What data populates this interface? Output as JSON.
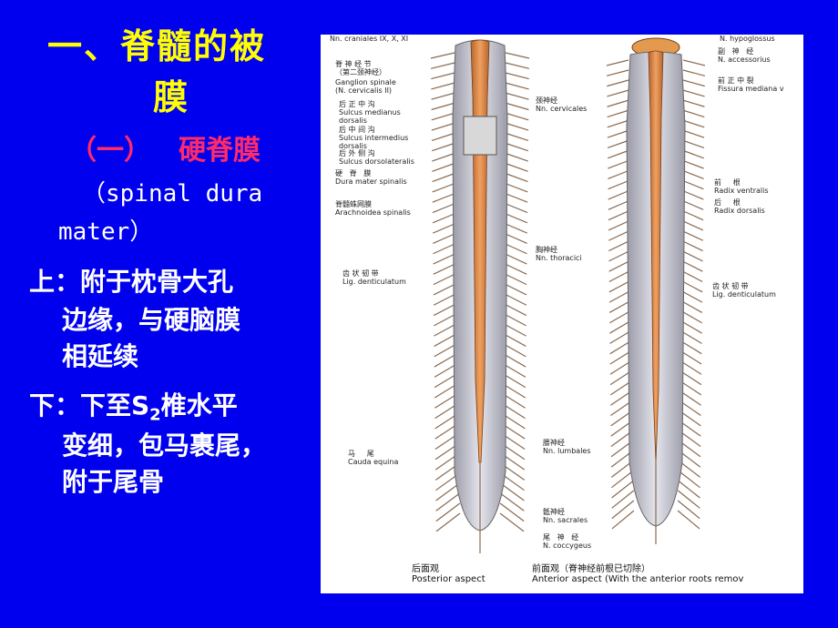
{
  "slide": {
    "title_line1": "一、脊髓的被",
    "title_line2": "膜",
    "subtitle_num": "（一）",
    "subtitle_text": "硬脊膜",
    "english_line1": "（spinal dura",
    "english_line2": "mater）",
    "upper_line1": "上：附于枕骨大孔",
    "upper_line2": "边缘，与硬脑膜",
    "upper_line3": "相延续",
    "lower_prefix": "下：下至S",
    "lower_sub": "2",
    "lower_suffix": "椎水平",
    "lower_line2": "变细，包马裹尾，",
    "lower_line3": "附于尾骨"
  },
  "colors": {
    "background": "#0000ee",
    "title": "#ffff00",
    "subtitle": "#ff2a6a",
    "body_text": "#ffffff"
  },
  "figure": {
    "left_labels": {
      "top": "Nn. craniales IX, X, XI",
      "ganglion_zh": "脊 神 经 节\n（第二颈神经）",
      "ganglion_en": "Ganglion spinale\n(N. cervicalis II)",
      "sulcus_med": "后 正 中 沟\nSulcus medianus\ndorsalis",
      "sulcus_int": "后 中 间 沟\nSulcus intermedius\ndorsalis",
      "sulcus_lat": "后 外 侧 沟\nSulcus dorsolateralis",
      "dura": "硬   脊   膜\nDura mater spinalis",
      "arachnoid": "脊髓蛛网膜\nArachnoidea spinalis",
      "denticulatum": "齿 状 韧 带\nLig. denticulatum",
      "cauda": "马     尾\nCauda equina"
    },
    "middle_labels": {
      "cervical": "颈神经\nNn. cervicales",
      "thoracic": "胸神经\nNn. thoracici",
      "lumbar": "腰神经\nNn. lumbales",
      "sacral": "骶神经\nNn. sacrales",
      "coccygeal": "尾   神   经\nN. coccygeus"
    },
    "right_labels": {
      "hypoglossus": "N. hypoglossus",
      "accessorius": "副   神   经\nN. accessorius",
      "fissura": "前 正 中 裂\nFissura mediana v",
      "radix_ventralis": "前     根\nRadix ventralis",
      "radix_dorsalis": "后     根\nRadix dorsalis",
      "denticulatum": "齿 状 韧 带\nLig. denticulatum"
    },
    "captions": {
      "posterior": "后面观\nPosterior aspect",
      "anterior": "前面观（脊神经前根已切除）\nAnterior aspect (With the anterior roots remov"
    }
  }
}
